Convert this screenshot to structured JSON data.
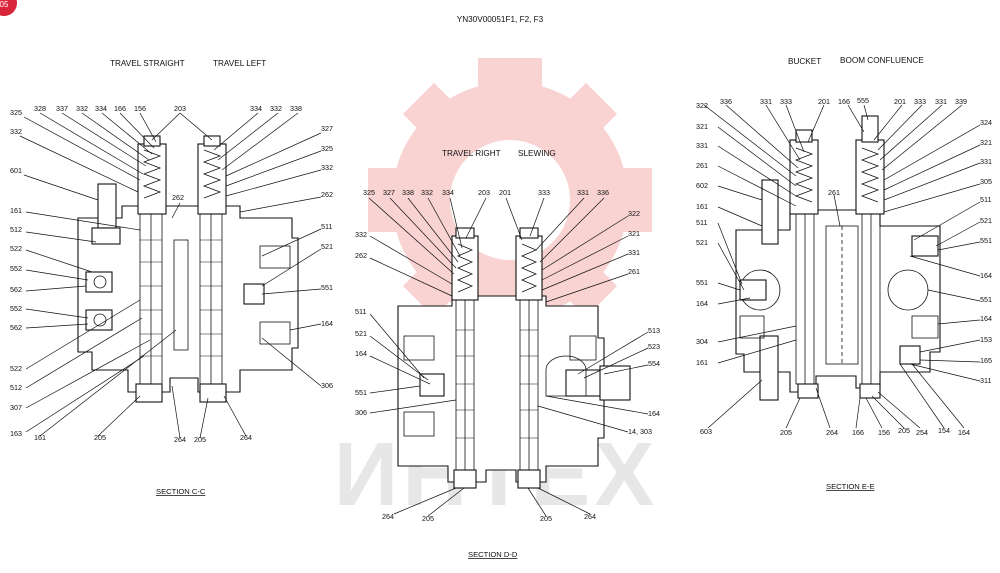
{
  "document": {
    "title": "YN30V00051F1, F2, F3",
    "page_badge": "05",
    "watermark_text": "ИНТЕХ",
    "watermark_color": "#f08080"
  },
  "sections": {
    "cc": {
      "headers": [
        "TRAVEL STRAIGHT",
        "TRAVEL LEFT"
      ],
      "caption": "SECTION  C-C",
      "labels": {
        "l1": "325",
        "l2": "328",
        "l3": "337",
        "l4": "332",
        "l5": "334",
        "l6": "166",
        "l7": "156",
        "l8": "203",
        "l9": "334",
        "l10": "332",
        "l11": "338",
        "l12": "332",
        "l13": "327",
        "l14": "325",
        "l15": "332",
        "l16": "601",
        "l17": "262",
        "l18": "262",
        "l19": "161",
        "l20": "511",
        "l21": "512",
        "l22": "521",
        "l23": "522",
        "l24": "552",
        "l25": "551",
        "l26": "562",
        "l27": "552",
        "l28": "164",
        "l29": "562",
        "l30": "306",
        "l31": "522",
        "l32": "512",
        "l33": "307",
        "l34": "163",
        "l35": "161",
        "l36": "205",
        "l37": "264",
        "l38": "205",
        "l39": "264"
      }
    },
    "dd": {
      "headers": [
        "TRAVEL RIGHT",
        "SLEWING"
      ],
      "caption": "SECTION  D-D",
      "labels": {
        "l1": "325",
        "l2": "327",
        "l3": "338",
        "l4": "332",
        "l5": "334",
        "l6": "203",
        "l7": "201",
        "l8": "333",
        "l9": "331",
        "l10": "336",
        "l11": "322",
        "l12": "332",
        "l13": "321",
        "l14": "262",
        "l15": "331",
        "l16": "261",
        "l17": "511",
        "l18": "513",
        "l19": "521",
        "l20": "523",
        "l21": "164",
        "l22": "554",
        "l23": "551",
        "l24": "306",
        "l25": "164",
        "l26": "14, 303",
        "l27": "264",
        "l28": "205",
        "l29": "205",
        "l30": "264"
      }
    },
    "ee": {
      "headers": [
        "BUCKET",
        "BOOM CONFLUENCE"
      ],
      "caption": "SECTION  E-E",
      "labels": {
        "l1": "322",
        "l2": "336",
        "l3": "331",
        "l4": "333",
        "l5": "201",
        "l6": "166",
        "l7": "555",
        "l8": "201",
        "l9": "333",
        "l10": "331",
        "l11": "339",
        "l12": "324",
        "l13": "321",
        "l14": "321",
        "l15": "331",
        "l16": "331",
        "l17": "261",
        "l18": "305",
        "l19": "602",
        "l20": "261",
        "l21": "511",
        "l22": "161",
        "l23": "521",
        "l24": "511",
        "l25": "551",
        "l26": "521",
        "l27": "164",
        "l28": "551",
        "l29": "551",
        "l30": "164",
        "l31": "164",
        "l32": "304",
        "l33": "153",
        "l34": "161",
        "l35": "165",
        "l36": "311",
        "l37": "603",
        "l38": "205",
        "l39": "264",
        "l40": "166",
        "l41": "156",
        "l42": "205",
        "l43": "254",
        "l44": "154",
        "l45": "164"
      }
    }
  }
}
